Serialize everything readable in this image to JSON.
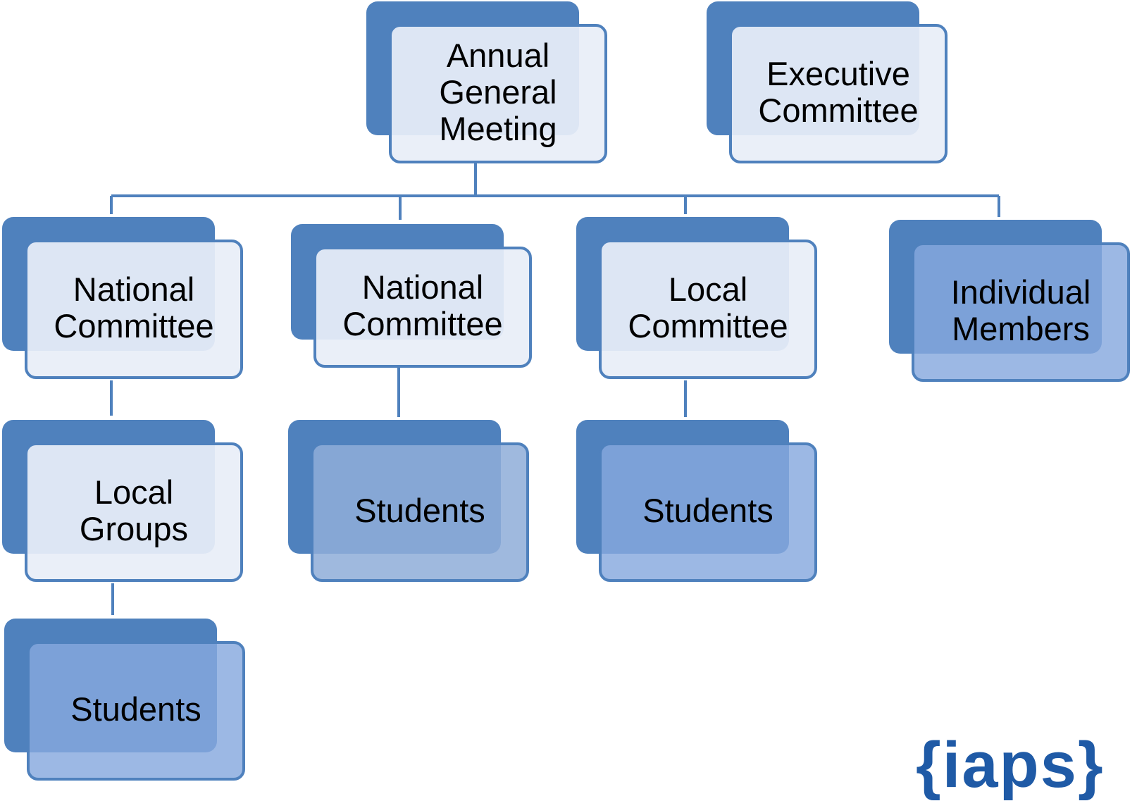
{
  "nodes": {
    "agm": "Annual\nGeneral\nMeeting",
    "executive": "Executive\nCommittee",
    "national_1": "National\nCommittee",
    "national_2": "National\nCommittee",
    "local_committee": "Local\nCommittee",
    "individual": "Individual\nMembers",
    "local_groups": "Local\nGroups",
    "students_1": "Students",
    "students_2": "Students",
    "students_3": "Students"
  },
  "logo_text": "{iaps}",
  "colors": {
    "accent": "#4f81bd",
    "box_light": "#e8eef7",
    "box_blue": "#8eaedb",
    "logo": "#1f5aa6"
  }
}
